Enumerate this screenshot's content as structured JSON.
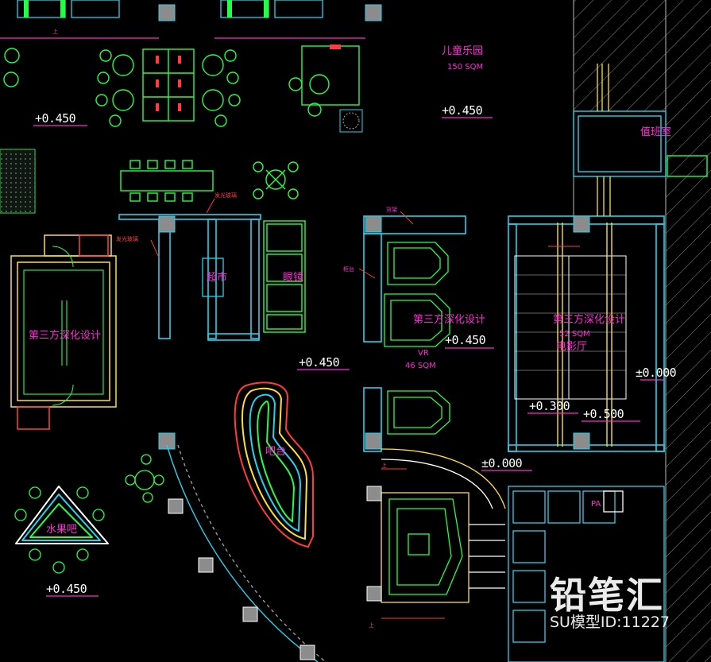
{
  "rooms": {
    "kids_park": "儿童乐园",
    "kids_park_area": "150 SQM",
    "duty_room": "值班室",
    "supermarket": "超市",
    "cosmetics": "眼镜",
    "third_party_left": "第三方深化设计",
    "third_party_vr": "第三方深化设计",
    "vr": "VR",
    "vr_area": "46 SQM",
    "third_party_cinema": "第三方深化设计",
    "cinema_area": "52 SQM",
    "cinema": "电影厅",
    "bar": "吧台",
    "fruit_bar": "水果吧",
    "pa": "PA"
  },
  "levels": {
    "l1": "+0.450",
    "l2": "+0.450",
    "l3": "+0.450",
    "l4": "+0.450",
    "l5": "+0.450",
    "l6": "±0.000",
    "l7": "+0.300",
    "l8": "+0.500",
    "l9": "±0.000"
  },
  "notes": {
    "glass_a": "发光玻璃",
    "glass_b": "发光玻璃",
    "shelf": "货架",
    "counter": "柜台"
  },
  "stairs": {
    "up_1": "上",
    "up_2": "上",
    "up_3": "上"
  },
  "watermark": {
    "brand": "铅笔汇",
    "model_id": "SU模型ID:11227"
  },
  "colors": {
    "wall": "#22d3ee",
    "furniture": "#22ff44",
    "accent": "#ff2bd6",
    "yellow": "#ffe033",
    "grey_wall": "#9a9a9a"
  }
}
